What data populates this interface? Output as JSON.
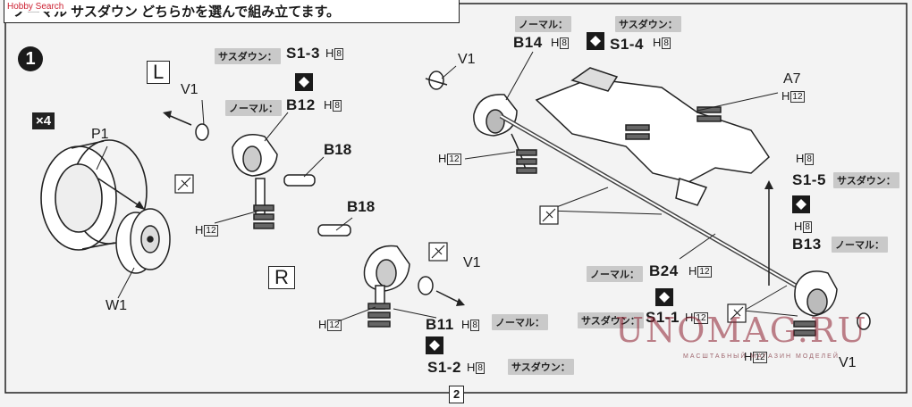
{
  "header": {
    "site_badge": "Hobby Search",
    "instruction": "ノーマル サスダウン どちらかを選んで組み立てます。"
  },
  "step": "1",
  "quantity": "×4",
  "side_labels": {
    "left": "L",
    "right": "R"
  },
  "parts": {
    "P1": "P1",
    "W1": "W1",
    "V1_a": "V1",
    "V1_b": "V1",
    "V1_c": "V1",
    "V1_d": "V1",
    "B18_a": "B18",
    "B18_b": "B18",
    "B12": "B12",
    "B11": "B11",
    "B14": "B14",
    "B13": "B13",
    "B24": "B24",
    "A7": "A7",
    "S1_3": "S1-3",
    "S1_2": "S1-2",
    "S1_4": "S1-4",
    "S1_5": "S1-5",
    "S1_1": "S1-1"
  },
  "tags": {
    "normal": "ノーマル：",
    "suspdown": "サスダウン："
  },
  "runners": {
    "h8": "H",
    "h8n": "8",
    "h12": "H",
    "h12n": "12"
  },
  "page_number": "2",
  "watermark": {
    "main": "UNOMAG.RU",
    "sub": "МАСШТАБНЫЙ МАГАЗИН МОДЕЛЕЙ"
  },
  "colors": {
    "ink": "#1a1a1a",
    "tag_bg": "#c9c9c9",
    "watermark": "#8f1f2f"
  }
}
